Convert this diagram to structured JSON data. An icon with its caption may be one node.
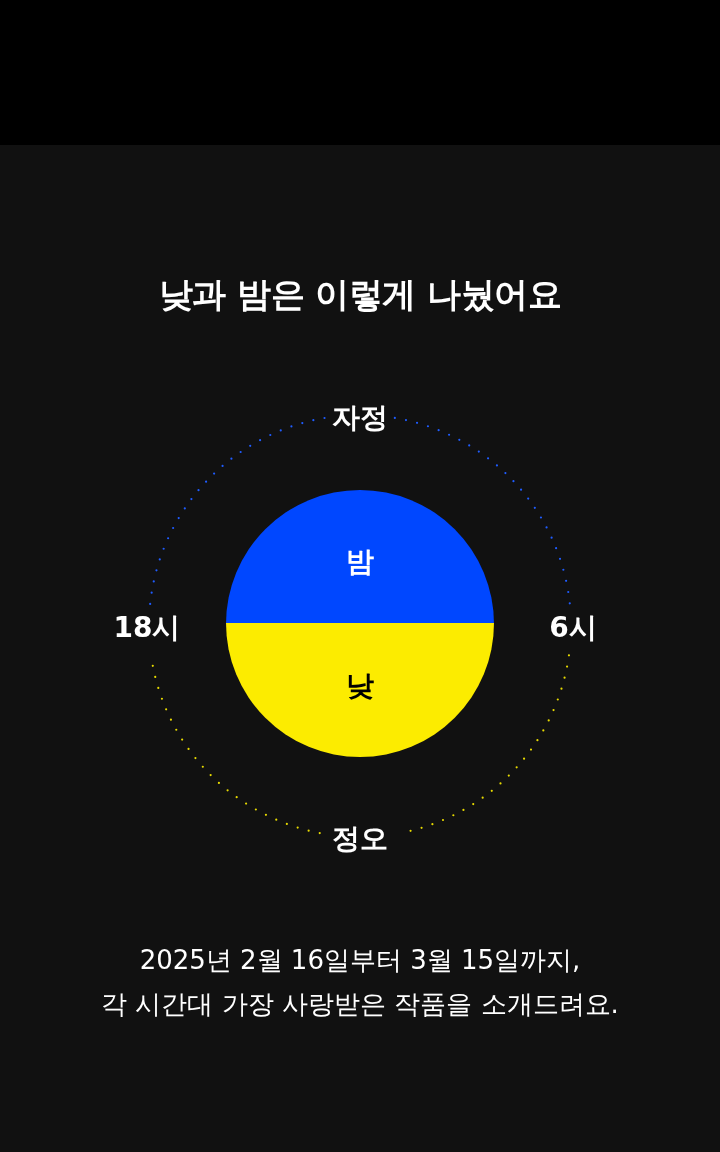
{
  "diagram": {
    "title": "낮과 밤은 이렇게 나눴어요",
    "caption": "2025년 2월 16일부터 3월 15일까지, 각 시간대 가장 사랑받은 작품을 소개드려요.",
    "nodes": [
      {
        "text": [
          "밤"
        ]
      },
      {
        "text": [
          "낮"
        ]
      }
    ],
    "labels": [
      "자정",
      "18시",
      "6시",
      "정오"
    ]
  }
}
